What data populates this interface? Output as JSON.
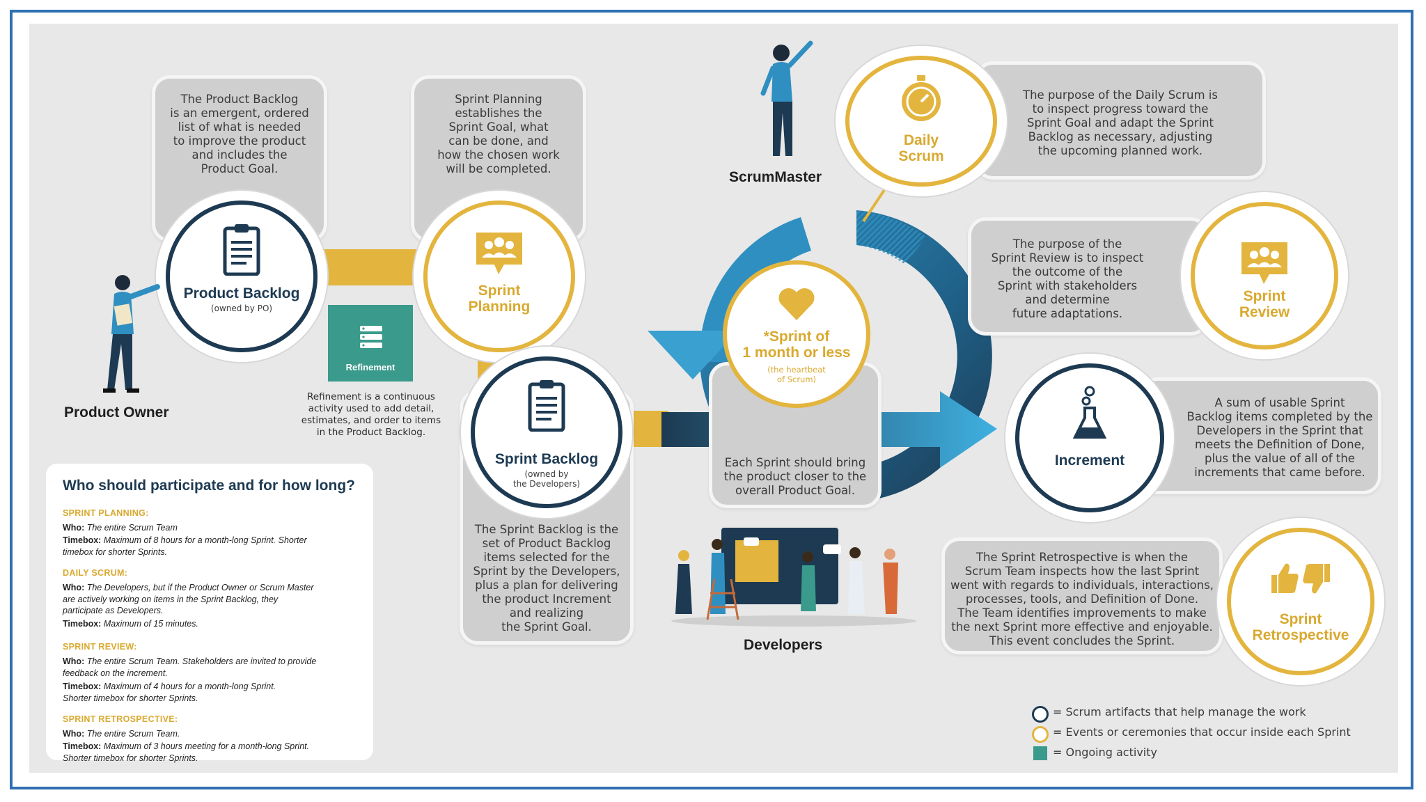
{
  "product_backlog": {
    "title": "Product Backlog",
    "owner": "(owned by PO)",
    "description_lines": [
      "The Product Backlog",
      "is an emergent, ordered",
      "list of what is needed",
      "to improve the product",
      "and includes the",
      "Product Goal."
    ]
  },
  "sprint_planning": {
    "title_lines": [
      "Sprint",
      "Planning"
    ],
    "description_lines": [
      "Sprint Planning",
      "establishes the",
      "Sprint Goal, what",
      "can be done, and",
      "how the chosen work",
      "will be completed."
    ]
  },
  "refinement": {
    "label": "Refinement",
    "description_lines": [
      "Refinement is a continuous",
      "activity used to add detail,",
      "estimates, and order to items",
      "in the Product Backlog."
    ]
  },
  "sprint_backlog": {
    "title": "Sprint Backlog",
    "owner_lines": [
      "(owned by",
      "the Developers)"
    ],
    "description_lines": [
      "The Sprint Backlog is the",
      "set of Product Backlog",
      "items selected for the",
      "Sprint by the Developers,",
      "plus a plan for delivering",
      "the product Increment",
      "and realizing",
      "the Sprint Goal."
    ]
  },
  "daily_scrum": {
    "title_lines": [
      "Daily",
      "Scrum"
    ],
    "description_lines": [
      "The purpose of the Daily Scrum is",
      "to inspect progress toward the",
      "Sprint Goal and adapt the Sprint",
      "Backlog as necessary, adjusting",
      "the upcoming planned work."
    ]
  },
  "sprint_center": {
    "title_lines": [
      "*Sprint of",
      "1 month or less"
    ],
    "sub_lines": [
      "(the heartbeat",
      "of Scrum)"
    ],
    "description_lines": [
      "Each Sprint should bring",
      "the product closer to the",
      "overall Product Goal."
    ]
  },
  "sprint_review": {
    "title_lines": [
      "Sprint",
      "Review"
    ],
    "description_lines": [
      "The purpose of the",
      "Sprint Review is to inspect",
      "the outcome of the",
      "Sprint with stakeholders",
      "and determine",
      "future adaptations."
    ]
  },
  "increment": {
    "title": "Increment",
    "description_lines": [
      "A sum of usable Sprint",
      "Backlog items completed by the",
      "Developers in the Sprint that",
      "meets the Definition of Done,",
      "plus the value of all of the",
      "increments that came before."
    ]
  },
  "sprint_retrospective": {
    "title_lines": [
      "Sprint",
      "Retrospective"
    ],
    "description_lines": [
      "The Sprint Retrospective is when the",
      "Scrum Team inspects how the last Sprint",
      "went with regards to individuals, interactions,",
      "processes, tools, and Definition of Done.",
      "The Team identifies improvements to make",
      "the next Sprint more effective and enjoyable.",
      "This event concludes the Sprint."
    ]
  },
  "roles": {
    "product_owner": "Product Owner",
    "scrum_master": "ScrumMaster",
    "developers": "Developers"
  },
  "participation": {
    "title": "Who should participate and for how long?",
    "sections": [
      {
        "heading": "SPRINT PLANNING:",
        "who_label": "Who:",
        "who_lines": [
          "The entire Scrum Team"
        ],
        "timebox_label": "Timebox:",
        "timebox_lines": [
          "Maximum of 8 hours for a month-long Sprint. Shorter",
          "timebox for shorter Sprints."
        ]
      },
      {
        "heading": "DAILY SCRUM:",
        "who_label": "Who:",
        "who_lines": [
          "The Developers, but if the Product Owner or Scrum Master",
          "are actively working on items in the Sprint Backlog, they",
          "participate as Developers."
        ],
        "timebox_label": "Timebox:",
        "timebox_lines": [
          "Maximum of 15 minutes."
        ]
      },
      {
        "heading": "SPRINT REVIEW:",
        "who_label": "Who:",
        "who_lines": [
          "The entire Scrum Team. Stakeholders are invited to provide",
          "feedback on the increment."
        ],
        "timebox_label": "Timebox:",
        "timebox_lines": [
          "Maximum of 4 hours for a month-long Sprint.",
          "Shorter timebox for shorter Sprints."
        ]
      },
      {
        "heading": "SPRINT RETROSPECTIVE:",
        "who_label": "Who:",
        "who_lines": [
          "The entire Scrum Team."
        ],
        "timebox_label": "Timebox:",
        "timebox_lines": [
          "Maximum of 3 hours meeting for a month-long Sprint.",
          "Shorter timebox for shorter Sprints."
        ]
      }
    ]
  },
  "legend": {
    "artifacts": "= Scrum artifacts that help manage the work",
    "events": "= Events or ceremonies that occur inside each Sprint",
    "ongoing": "= Ongoing activity"
  },
  "colors": {
    "navy": "#1d3a52",
    "gold": "#e3b53e",
    "teal": "#3a9a8c",
    "blue": "#2d86b8"
  }
}
